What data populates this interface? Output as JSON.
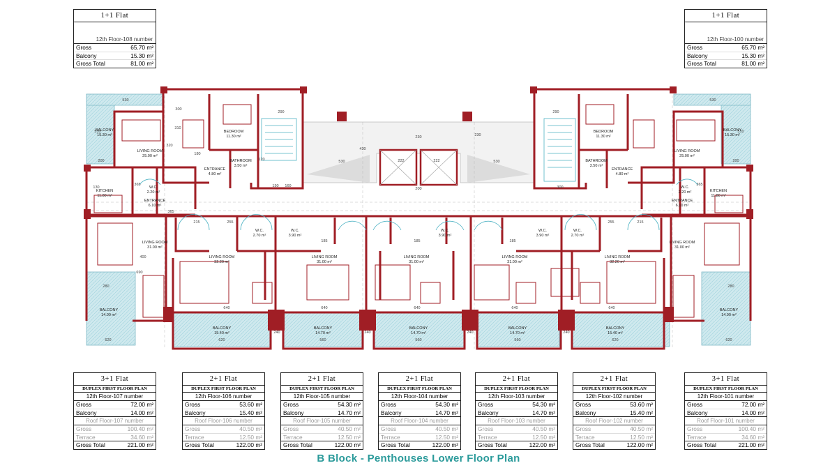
{
  "caption": "B Block - Penthouses Lower Floor Plan",
  "colors": {
    "wall": "#a01e25",
    "balcony": "#9fd3dd",
    "text_accent": "#2a9a9a"
  },
  "top_units": [
    {
      "title": "1+1 Flat",
      "floor": "12th Floor-108 number",
      "rows": [
        {
          "k": "Gross",
          "v": "65.70 m²"
        },
        {
          "k": "Balcony",
          "v": "15.30 m²"
        },
        {
          "k": "Gross Total",
          "v": "81.00 m²"
        }
      ]
    },
    {
      "title": "1+1 Flat",
      "floor": "12th Floor-100 number",
      "rows": [
        {
          "k": "Gross",
          "v": "65.70 m²"
        },
        {
          "k": "Balcony",
          "v": "15.30 m²"
        },
        {
          "k": "Gross Total",
          "v": "81.00 m²"
        }
      ]
    }
  ],
  "bottom_units": [
    {
      "title": "3+1 Flat",
      "subtitle": "DUPLEX FIRST FLOOR PLAN",
      "floor": "12th Floor-107 number",
      "rows": [
        {
          "k": "Gross",
          "v": "72.00 m²"
        },
        {
          "k": "Balcony",
          "v": "14.00 m²"
        }
      ],
      "roof": "Roof Floor-107 number",
      "roof_rows": [
        {
          "k": "Gross",
          "v": "100.40 m²"
        },
        {
          "k": "Terrace",
          "v": "34.60 m²"
        }
      ],
      "total": {
        "k": "Gross Total",
        "v": "221.00 m²"
      }
    },
    {
      "title": "2+1 Flat",
      "subtitle": "DUPLEX FIRST FLOOR PLAN",
      "floor": "12th Floor-106 number",
      "rows": [
        {
          "k": "Gross",
          "v": "53.60 m²"
        },
        {
          "k": "Balcony",
          "v": "15.40 m²"
        }
      ],
      "roof": "Roof Floor-106 number",
      "roof_rows": [
        {
          "k": "Gross",
          "v": "40.50 m²"
        },
        {
          "k": "Terrace",
          "v": "12.50 m²"
        }
      ],
      "total": {
        "k": "Gross Total",
        "v": "122.00 m²"
      }
    },
    {
      "title": "2+1 Flat",
      "subtitle": "DUPLEX FIRST FLOOR PLAN",
      "floor": "12th Floor-105 number",
      "rows": [
        {
          "k": "Gross",
          "v": "54.30 m²"
        },
        {
          "k": "Balcony",
          "v": "14.70 m²"
        }
      ],
      "roof": "Roof Floor-105 number",
      "roof_rows": [
        {
          "k": "Gross",
          "v": "40.50 m²"
        },
        {
          "k": "Terrace",
          "v": "12.50 m²"
        }
      ],
      "total": {
        "k": "Gross Total",
        "v": "122.00 m²"
      }
    },
    {
      "title": "2+1 Flat",
      "subtitle": "DUPLEX FIRST FLOOR PLAN",
      "floor": "12th Floor-104 number",
      "rows": [
        {
          "k": "Gross",
          "v": "54.30 m²"
        },
        {
          "k": "Balcony",
          "v": "14.70 m²"
        }
      ],
      "roof": "Roof Floor-104 number",
      "roof_rows": [
        {
          "k": "Gross",
          "v": "40.50 m²"
        },
        {
          "k": "Terrace",
          "v": "12.50 m²"
        }
      ],
      "total": {
        "k": "Gross Total",
        "v": "122.00 m²"
      }
    },
    {
      "title": "2+1 Flat",
      "subtitle": "DUPLEX FIRST FLOOR PLAN",
      "floor": "12th Floor-103 number",
      "rows": [
        {
          "k": "Gross",
          "v": "54.30 m²"
        },
        {
          "k": "Balcony",
          "v": "14.70 m²"
        }
      ],
      "roof": "Roof Floor-103 number",
      "roof_rows": [
        {
          "k": "Gross",
          "v": "40.50 m²"
        },
        {
          "k": "Terrace",
          "v": "12.50 m²"
        }
      ],
      "total": {
        "k": "Gross Total",
        "v": "122.00 m²"
      }
    },
    {
      "title": "2+1 Flat",
      "subtitle": "DUPLEX FIRST FLOOR PLAN",
      "floor": "12th Floor-102 number",
      "rows": [
        {
          "k": "Gross",
          "v": "53.60 m²"
        },
        {
          "k": "Balcony",
          "v": "15.40 m²"
        }
      ],
      "roof": "Roof Floor-102 number",
      "roof_rows": [
        {
          "k": "Gross",
          "v": "40.50 m²"
        },
        {
          "k": "Terrace",
          "v": "12.50 m²"
        }
      ],
      "total": {
        "k": "Gross Total",
        "v": "122.00 m²"
      }
    },
    {
      "title": "3+1 Flat",
      "subtitle": "DUPLEX FIRST FLOOR PLAN",
      "floor": "12th Floor-101 number",
      "rows": [
        {
          "k": "Gross",
          "v": "72.00 m²"
        },
        {
          "k": "Balcony",
          "v": "14.00 m²"
        }
      ],
      "roof": "Roof Floor-101 number",
      "roof_rows": [
        {
          "k": "Gross",
          "v": "100.40 m²"
        },
        {
          "k": "Terrace",
          "v": "34.60 m²"
        }
      ],
      "total": {
        "k": "Gross Total",
        "v": "221.00 m²"
      }
    }
  ],
  "rooms": {
    "balcony": "BALCONY",
    "living": "LIVING ROOM",
    "bedroom": "BEDROOM",
    "bathroom": "BATHROOM",
    "entrance": "ENTRANCE",
    "kitchen": "KITCHEN",
    "wc": "W.C.",
    "a_1530": "15.30 m²",
    "a_2500": "25.00 m²",
    "a_1130": "11.30 m²",
    "a_350": "3.50 m²",
    "a_480": "4.80 m²",
    "a_1180": "11.80 m²",
    "a_220": "2.20 m²",
    "a_610": "6.10 m²",
    "a_3100": "31.00 m²",
    "a_1400": "14.00 m²",
    "a_270": "2.70 m²",
    "a_390": "3.90 m²",
    "a_3220": "32.20 m²",
    "a_1540": "15.40 m²",
    "a_1470": "14.70 m²"
  },
  "dims": {
    "d530": "530",
    "d510": "510",
    "d200": "200",
    "d300": "300",
    "d310": "310",
    "d320": "320",
    "d180": "180",
    "d290": "290",
    "d120": "120",
    "d150": "150",
    "d160": "160",
    "d430": "430",
    "d230": "230",
    "d222": "222",
    "d365": "365",
    "d130": "130",
    "d255": "255",
    "d215": "215",
    "d185": "185",
    "d640": "640",
    "d620": "620",
    "d560": "560",
    "d240": "240",
    "d280": "280",
    "d400": "400",
    "d690": "690"
  }
}
